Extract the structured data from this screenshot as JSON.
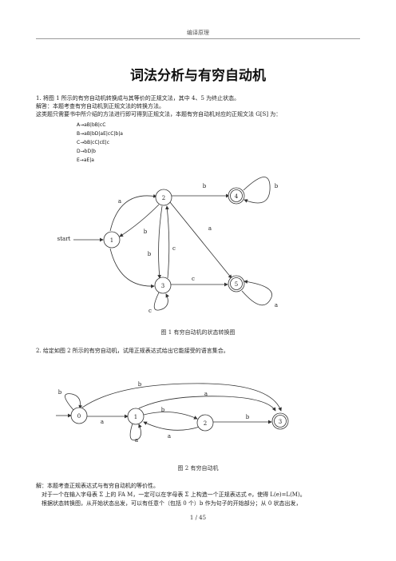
{
  "header": {
    "text": "编译原理"
  },
  "title": "词法分析与有穷自动机",
  "q1": {
    "question": "1. 将图 1 所示的有穷自动机转换成与其等价的正规文法，其中 4、5 为终止状态。",
    "answer": "解答：本题考查有穷自动机到正规文法的转换方法。",
    "intro": "这类题只需要书中所介绍的方法进行即可得到正规文法，本题有穷自动机对应的正规文法 G[S] 为：",
    "grammar": [
      "A→aB|bB|cC",
      "B→aB|bD|aE|cC|b|a",
      "C→bB|cC|cE|c",
      "D→bD|b",
      "E→aE|a"
    ]
  },
  "fig1": {
    "caption": "图 1 有穷自动机的状态转换图",
    "start_label": "start",
    "states": [
      "1",
      "2",
      "3",
      "4",
      "5"
    ],
    "edge_labels": {
      "e12": "a",
      "e21": "b",
      "e13_b": "b",
      "e32": "c",
      "e24": "b",
      "e44": "b",
      "e25": "a",
      "e35": "c",
      "e33": "c",
      "e55": "a"
    }
  },
  "q2": {
    "question": "2. 给定如图 2 所示的有穷自动机，试用正规表达式给出它能接受的语言集合。"
  },
  "fig2": {
    "caption": "图 2 有穷自动机",
    "states": [
      "0",
      "1",
      "2",
      "3"
    ],
    "edge_labels": {
      "e00": "b",
      "e01": "a",
      "e03": "b",
      "e13_top": "a",
      "e12": "b",
      "e11": "a",
      "e23": "b",
      "e21": "a"
    }
  },
  "solution": {
    "l1": "解：本题考查正规表达式与有穷自动机的等价性。",
    "l2": "对于一个在输入字母表 Σ 上的 FA M，一定可以在字母表 Σ 上构造一个正规表达式 e，使得 L(e)=L(M)。",
    "l3": "根据状态转换图，从开始状态出发，可以有任意个（包括 0 个）b 作为句子的开始部分；从 0 状态出发，"
  },
  "footer": {
    "page": "1 / 45"
  }
}
